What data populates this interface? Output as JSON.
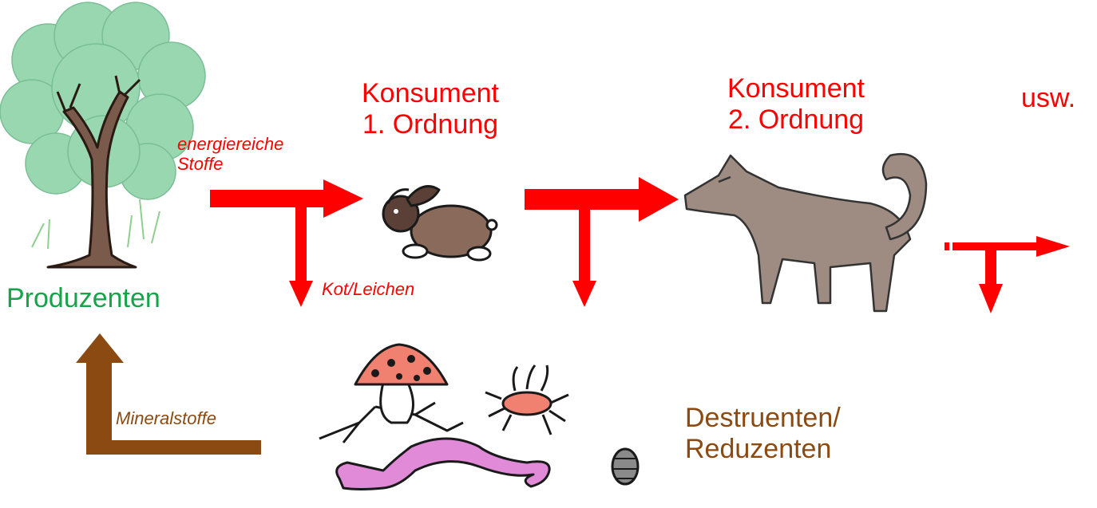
{
  "labels": {
    "producers": "Produzenten",
    "consumer1_line1": "Konsument",
    "consumer1_line2": "1. Ordnung",
    "consumer2_line1": "Konsument",
    "consumer2_line2": "2. Ordnung",
    "etc": "usw.",
    "energy_line1": "energiereiche",
    "energy_line2": "Stoffe",
    "waste": "Kot/Leichen",
    "minerals": "Mineralstoffe",
    "decomposers_line1": "Destruenten/",
    "decomposers_line2": "Reduzenten"
  },
  "colors": {
    "arrow_red": "#ff0000",
    "arrow_brown": "#8b4a12",
    "producers_text": "#16a34a",
    "tree_foliage": "#7fc99a",
    "tree_trunk": "#6b4a3a",
    "animal_brown": "#9a7a6a",
    "mushroom_cap": "#f08070",
    "worm": "#e08ad8"
  }
}
